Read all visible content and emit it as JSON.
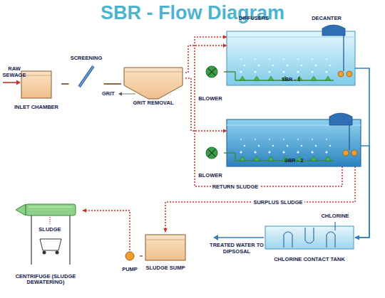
{
  "diagram": {
    "title": "SBR - Flow Diagram",
    "nodes": [
      {
        "text": [
          "INLET CHAMBER"
        ]
      },
      {
        "text": [
          "SCREENING"
        ]
      },
      {
        "text": [
          "GRIT REMOVAL"
        ]
      },
      {
        "text": [
          "SBR - 1"
        ]
      },
      {
        "text": [
          "BLOWER"
        ]
      },
      {
        "text": [
          "SBR - 2"
        ]
      },
      {
        "text": [
          "BLOWER"
        ]
      },
      {
        "text": [
          "CHLORINE CONTACT TANK"
        ]
      },
      {
        "text": [
          "SLUDGE SUMP"
        ]
      },
      {
        "text": [
          "PUMP"
        ]
      },
      {
        "text": [
          "CENTRIFUGE (SLUDGE DEWATERING)"
        ]
      }
    ],
    "edges": [
      {
        "from": 0,
        "to": 1,
        "arrow": "none"
      },
      {
        "from": 1,
        "to": 2,
        "arrow": "none"
      },
      {
        "from": 2,
        "to": 3,
        "arrow": "to"
      },
      {
        "from": 2,
        "to": 5,
        "arrow": "to"
      },
      {
        "from": 4,
        "to": 3,
        "arrow": "none"
      },
      {
        "from": 6,
        "to": 5,
        "arrow": "none"
      },
      {
        "from": 3,
        "to": 7,
        "arrow": "to"
      },
      {
        "from": 5,
        "to": 7,
        "arrow": "to"
      },
      {
        "from": 5,
        "to": 3,
        "label": "RETURN SLUDGE",
        "arrow": "to"
      },
      {
        "from": 5,
        "to": 8,
        "label": "SURPLUS SLUDGE",
        "arrow": "to"
      },
      {
        "from": 8,
        "to": 9,
        "arrow": "none"
      },
      {
        "from": 9,
        "to": 10,
        "arrow": "to"
      }
    ],
    "labels": [
      "RAW SEWAGE",
      "GRIT",
      "DIFFUSERS",
      "DECANTER",
      "CHLORINE",
      "TREATED WATER TO DIPSOSAL",
      "SLUDGE"
    ]
  }
}
